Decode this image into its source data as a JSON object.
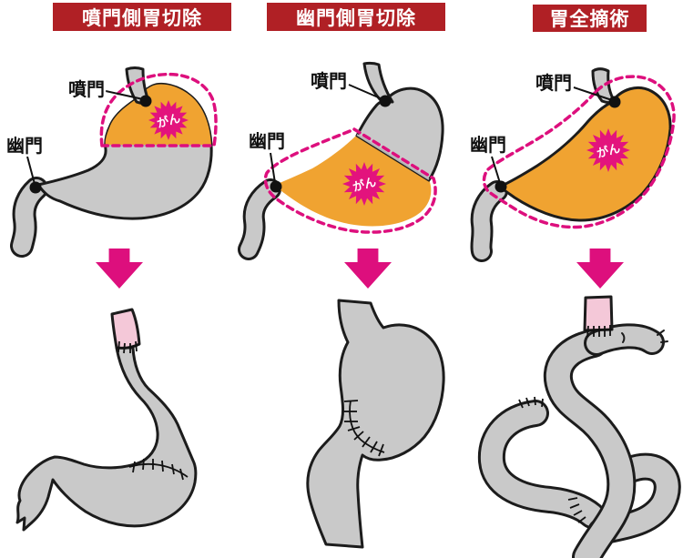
{
  "diagram": {
    "description": "胃切除術の3術式比較図",
    "columns": [
      {
        "title": "噴門側胃切除",
        "cardia_label": "噴門",
        "pylorus_label": "幽門",
        "cancer_label": "がん",
        "resected_region": "upper (cardia-side) portion of stomach highlighted with dashed resection line"
      },
      {
        "title": "幽門側胃切除",
        "cardia_label": "噴門",
        "pylorus_label": "幽門",
        "cancer_label": "がん",
        "resected_region": "lower (pylorus-side) portion of stomach highlighted with dashed resection line"
      },
      {
        "title": "胃全摘術",
        "cardia_label": "噴門",
        "pylorus_label": "幽門",
        "cancer_label": "がん",
        "resected_region": "entire stomach highlighted with dashed resection line"
      }
    ],
    "colors": {
      "title_bg": "#b02025",
      "title_text": "#ffffff",
      "resection_fill": "#f0a331",
      "marker_magenta": "#dd0f7d",
      "cancer_star": "#e3137d",
      "organ_gray": "#c9c9c9",
      "outline_black": "#1c1c1c",
      "esophagus_pink": "#f4c8d8"
    }
  }
}
